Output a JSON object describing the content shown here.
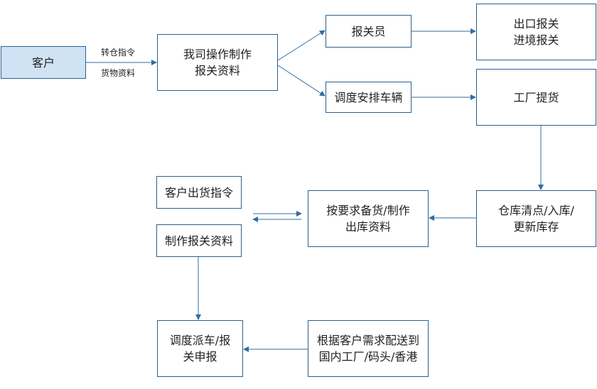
{
  "nodes": {
    "customer": {
      "lines": [
        "客户"
      ]
    },
    "prepare_docs": {
      "lines": [
        "我司操作制作",
        "报关资料"
      ]
    },
    "customs_broker": {
      "lines": [
        "报关员"
      ]
    },
    "dispatch_vehicle": {
      "lines": [
        "调度安排车辆"
      ]
    },
    "export_import_customs": {
      "lines": [
        "出口报关",
        "进境报关"
      ]
    },
    "factory_pickup": {
      "lines": [
        "工厂提货"
      ]
    },
    "warehouse_inventory": {
      "lines": [
        "仓库清点/入库/",
        "更新库存"
      ]
    },
    "stock_prep": {
      "lines": [
        "按要求备货/制作",
        "出库资料"
      ]
    },
    "customer_shipping_order": {
      "lines": [
        "客户出货指令"
      ]
    },
    "make_customs_docs": {
      "lines": [
        "制作报关资料"
      ]
    },
    "dispatch_truck_declare": {
      "lines": [
        "调度派车/报",
        "关申报"
      ]
    },
    "deliver": {
      "lines": [
        "根据客户需求配送到",
        "国内工厂/码头/香港"
      ]
    }
  },
  "edge_labels": {
    "transfer_instruction": "转仓指令",
    "cargo_documents": "货物资料"
  },
  "colors": {
    "border": "#2e5f8c",
    "arrow": "#2e6da4",
    "highlight_fill": "#cfe3f4"
  }
}
